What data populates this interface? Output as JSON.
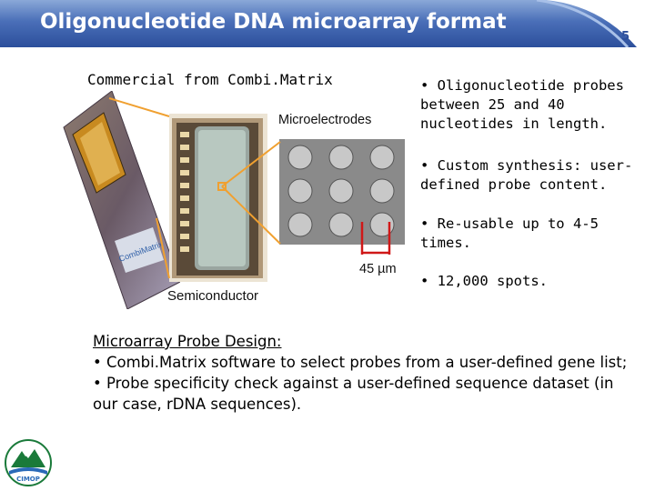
{
  "slide": {
    "title": "Oligonucleotide DNA microarray format",
    "page_number": "5",
    "subtitle": "Commercial from Combi.Matrix"
  },
  "figure": {
    "label_microelectrodes": "Microelectrodes",
    "label_scale": "45 µm",
    "label_semiconductor": "Semiconductor",
    "chip_brand": "CombiMatrix"
  },
  "bullets": [
    {
      "text": "• Oligonucleotide probes between 25 and 40 nucleotides in length."
    },
    {
      "text": "• Custom synthesis: user-defined probe content."
    },
    {
      "text": "• Re-usable up to 4-5 times."
    },
    {
      "text": "• 12,000 spots."
    }
  ],
  "design": {
    "heading": "Microarray Probe Design:",
    "items": [
      "• Combi.Matrix software to select probes from a user-defined gene list;",
      "• Probe specificity check against a user-defined sequence dataset (in our case, rDNA sequences)."
    ]
  },
  "logo": {
    "text": "CIMOP"
  },
  "colors": {
    "header_blue": "#2c4f9c",
    "header_light": "#8aa8d8",
    "connector_orange": "#f0a030",
    "scale_red": "#d01818"
  }
}
